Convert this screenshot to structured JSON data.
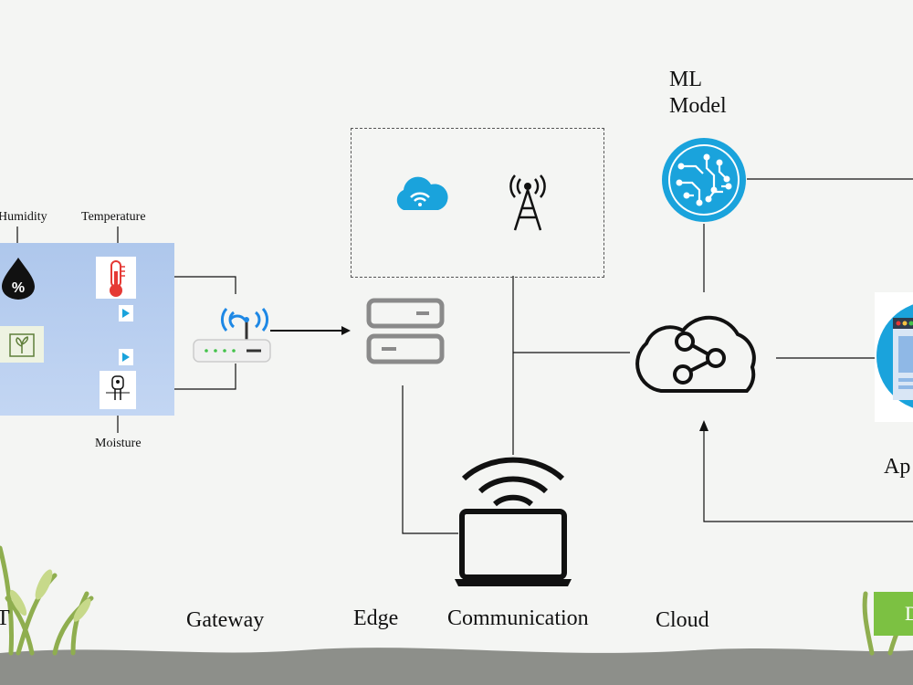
{
  "sensors": {
    "humidity": "Humidity",
    "temperature": "Temperature",
    "moisture": "Moisture"
  },
  "layers": {
    "iot": "T",
    "gateway": "Gateway",
    "edge": "Edge",
    "communication": "Communication",
    "cloud": "Cloud"
  },
  "ml_model": {
    "line1": "ML",
    "line2": "Model"
  },
  "app_label": "Ap",
  "button_label": "D",
  "colors": {
    "accent_blue": "#1aa3dc",
    "panel_blue": "#b4cbee",
    "thermo_red": "#e53935",
    "wifi_blue": "#1e88e5",
    "led_green": "#43c24a",
    "button_green": "#7cc142"
  }
}
